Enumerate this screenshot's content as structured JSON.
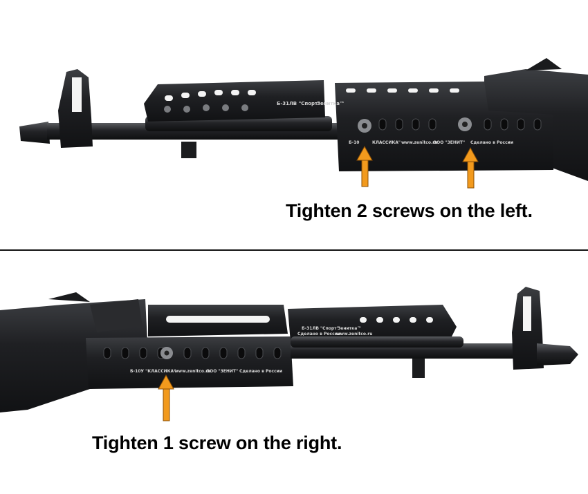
{
  "instructions": {
    "top": "Tighten 2 screws on the left.",
    "bottom": "Tighten 1 screw on the right."
  },
  "engravings": {
    "top_upper": [
      "Б-31ЛВ \"Спорт\"",
      "Зенитка™"
    ],
    "top_lower": [
      "Б-10",
      "КЛАССИКА\"",
      "www.zenitco.ru",
      "ООО \"ЗЕНИТ\"",
      "Сделано в России"
    ],
    "bottom_upper": [
      "Б-31ЛВ \"Спорт\"",
      "Зенитка™",
      "Сделано в России",
      "www.zenitco.ru"
    ],
    "bottom_lower": [
      "Б-10У \"КЛАССИКА\"",
      "www.zenitco.ru",
      "ООО \"ЗЕНИТ\"",
      "Сделано в России"
    ]
  },
  "colors": {
    "background": "#ffffff",
    "metal": "#1e1f21",
    "metal_highlight": "#3a3c40",
    "arrow": "#f29a1d",
    "divider": "#111111"
  },
  "icons": [
    "arrow-up-icon"
  ]
}
